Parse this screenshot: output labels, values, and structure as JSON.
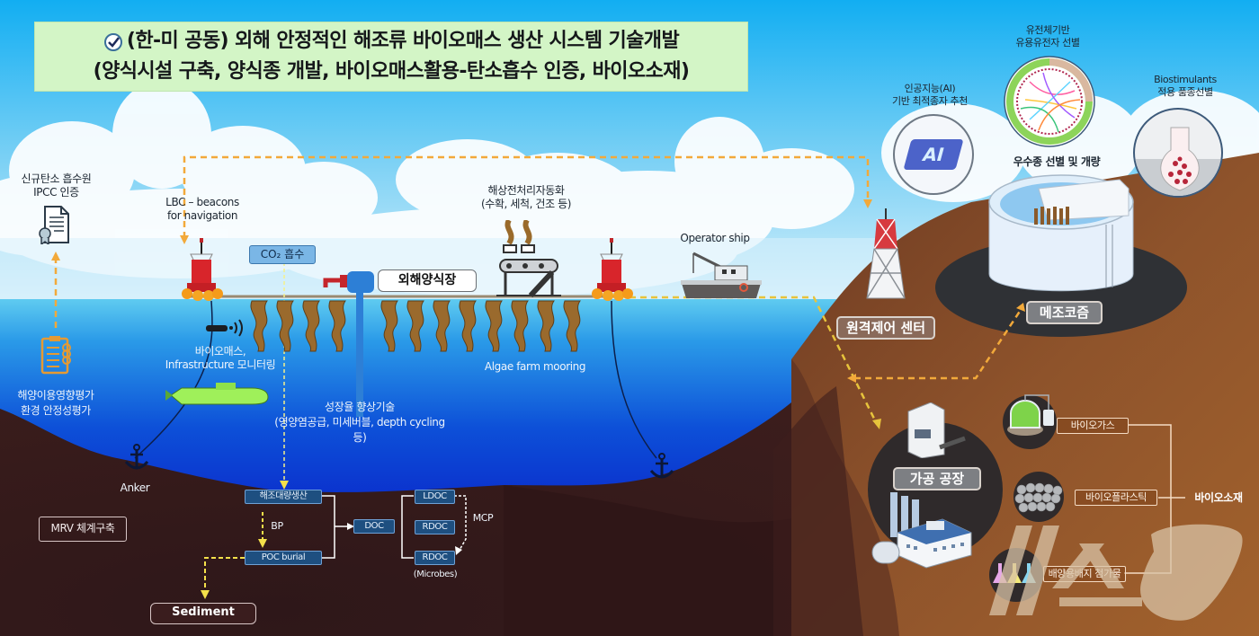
{
  "title": {
    "icon": "checkmark-circle-icon",
    "line1": "(한-미 공동) 외해 안정적인 해조류 바이오매스 생산 시스템 기술개발",
    "line2": "(양식시설 구축, 양식종 개발, 바이오매스활용-탄소흡수 인증, 바이오소재)"
  },
  "left_panel": {
    "ipcc_label_1": "신규탄소 흡수원",
    "ipcc_label_2": "IPCC 인증",
    "ipcc_icon": "certificate-icon",
    "assessment_icon": "checklist-clipboard-icon",
    "assessment_label_1": "해양이용영향평가",
    "assessment_label_2": "환경 안정성평가",
    "mrv_label": "MRV 체계구축"
  },
  "sea_farm": {
    "beacon_label_1": "LBC – beacons",
    "beacon_label_2": "for navigation",
    "co2_label": "CO₂ 흡수",
    "farm_label": "외해양식장",
    "processing_label_1": "해상전처리자동화",
    "processing_label_2": "(수확, 세척, 건조 등)",
    "ship_label": "Operator ship",
    "monitoring_label_1": "바이오매스,",
    "monitoring_label_2": "Infrastructure  모니터링",
    "mooring_label": "Algae farm mooring",
    "growth_label_1": "성장율 향상기술",
    "growth_label_2": "(영양염공급, 미세버블, depth cycling 등)",
    "anchor_label": "Anker"
  },
  "carbon_flow": {
    "production": "해조대량생산",
    "bp": "BP",
    "poc_burial": "POC burial",
    "sediment": "Sediment",
    "doc": "DOC",
    "ldoc": "LDOC",
    "rdoc_1": "RDOC",
    "rdoc_2": "RDOC",
    "microbes": "(Microbes)",
    "mcp": "MCP"
  },
  "land": {
    "control_center": "원격제어 센터",
    "ai_label_1": "인공지능(AI)",
    "ai_label_2": "기반 최적종자 추천",
    "ai_icon_text": "AI",
    "genome_label_1": "유전체기반",
    "genome_label_2": "유용유전자 선별",
    "bio_label_1": "Biostimulants",
    "bio_label_2": "적용 품종선별",
    "breeding_label": "우수종 선별 및 개량",
    "mesocosm_label": "메조코즘",
    "factory_label": "가공 공장"
  },
  "biomaterials": {
    "biogas": "바이오가스",
    "bioplastic": "바이오플라스틱",
    "medium": "배양용배지 첨가물",
    "group_label": "바이오소재"
  },
  "colors": {
    "sky_top": "#1fb8f3",
    "sea_surface": "#5cc8ef",
    "sea_deep": "#0a2fd0",
    "seabed": "#34191b",
    "land": "#8a4f28",
    "title_bg": "#d3f5c6",
    "dashed_orange": "#f2a93a",
    "dashed_yellow": "#f4e04a"
  }
}
